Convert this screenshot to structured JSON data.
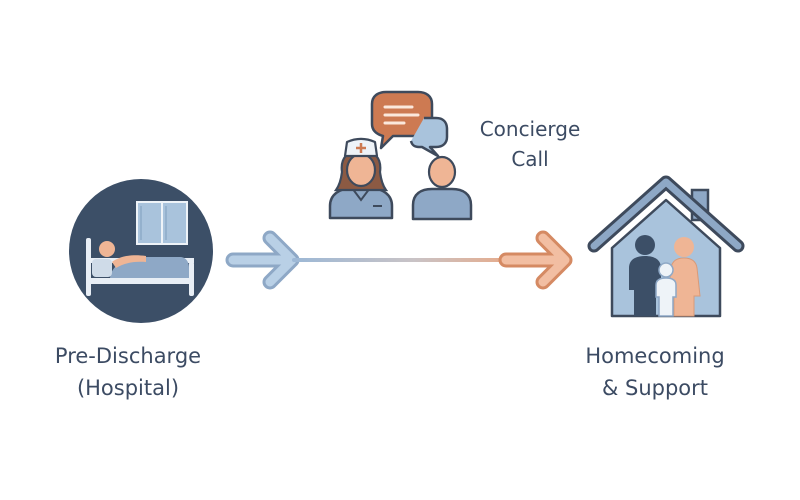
{
  "diagram": {
    "stages": [
      {
        "lines": [
          "Pre-Discharge",
          "(Hospital)"
        ],
        "icon": "hospital-bed-icon"
      },
      {
        "lines": [
          "Concierge",
          "Call"
        ],
        "icon": "nurse-call-icon"
      },
      {
        "lines": [
          "Homecoming",
          "& Support"
        ],
        "icon": "family-home-icon"
      }
    ]
  },
  "colors": {
    "navy": "#3c4f67",
    "steel_blue": "#8ea8c6",
    "light_blue": "#a9c3dc",
    "terracotta": "#cd7a52",
    "peach": "#efb595",
    "outline": "#3e4a5c",
    "text": "#3c4b63"
  }
}
